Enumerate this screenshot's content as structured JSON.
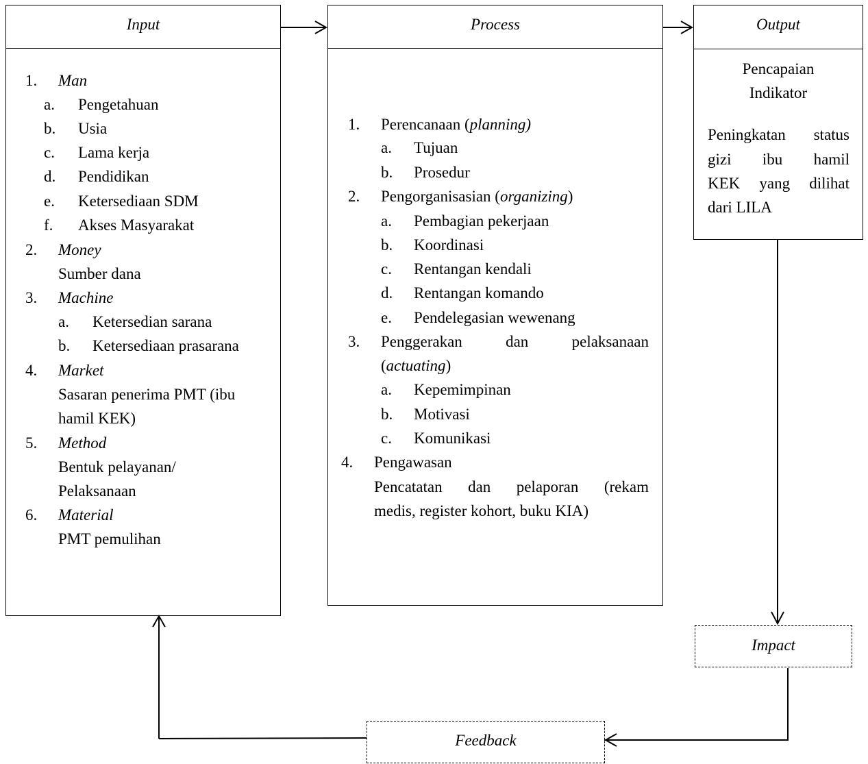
{
  "input": {
    "title": "Input",
    "items": [
      {
        "num": "1.",
        "label": "Man",
        "subs": [
          {
            "letter": "a.",
            "text": "Pengetahuan"
          },
          {
            "letter": "b.",
            "text": "Usia"
          },
          {
            "letter": "c.",
            "text": "Lama kerja"
          },
          {
            "letter": "d.",
            "text": "Pendidikan"
          },
          {
            "letter": "e.",
            "text": "Ketersediaan SDM"
          },
          {
            "letter": "f.",
            "text": "Akses Masyarakat"
          }
        ]
      },
      {
        "num": "2.",
        "label": "Money",
        "detail": [
          "Sumber dana"
        ]
      },
      {
        "num": "3.",
        "label": "Machine",
        "subs": [
          {
            "letter": "a.",
            "text": "Ketersedian sarana"
          },
          {
            "letter": "b.",
            "text": "Ketersediaan prasarana"
          }
        ]
      },
      {
        "num": "4.",
        "label": "Market",
        "detail": [
          "Sasaran penerima PMT (ibu",
          "hamil KEK)"
        ]
      },
      {
        "num": "5.",
        "label": "Method",
        "detail": [
          "Bentuk pelayanan/",
          "Pelaksanaan"
        ]
      },
      {
        "num": "6.",
        "label": "Material",
        "detail": [
          "PMT pemulihan"
        ]
      }
    ]
  },
  "process": {
    "title": "Process",
    "items": [
      {
        "num": "1.",
        "label": "Perencanaan (",
        "label_italic": "planning)",
        "label_after": "",
        "subs": [
          {
            "letter": "a.",
            "text": "Tujuan"
          },
          {
            "letter": "b.",
            "text": "Prosedur"
          }
        ]
      },
      {
        "num": "2.",
        "label": "Pengorganisasian (",
        "label_italic": "organizing",
        "label_after": ")",
        "subs": [
          {
            "letter": "a.",
            "text": "Pembagian pekerjaan"
          },
          {
            "letter": "b.",
            "text": "Koordinasi"
          },
          {
            "letter": "c.",
            "text": "Rentangan kendali"
          },
          {
            "letter": "d.",
            "text": "Rentangan komando"
          },
          {
            "letter": "e.",
            "text": "Pendelegasian wewenang"
          }
        ]
      },
      {
        "num": "3.",
        "label_words": [
          "Penggerakan",
          "dan",
          "pelaksanaan"
        ],
        "label2_before": "(",
        "label2_italic": "actuating",
        "label2_after": ")",
        "subs": [
          {
            "letter": "a.",
            "text": "Kepemimpinan"
          },
          {
            "letter": "b.",
            "text": "Motivasi"
          },
          {
            "letter": "c.",
            "text": "Komunikasi"
          }
        ]
      },
      {
        "num": "4.",
        "label": "Pengawasan",
        "detail_words": [
          "Pencatatan",
          "dan",
          "pelaporan",
          "(rekam"
        ],
        "detail2": "medis, register kohort, buku KIA)"
      }
    ]
  },
  "output": {
    "title": "Output",
    "indicator": [
      "Pencapaian",
      "Indikator"
    ],
    "desc_justified": [
      [
        "Peningkatan",
        "status"
      ],
      [
        "gizi",
        "ibu",
        "hamil"
      ],
      [
        "KEK",
        "yang",
        "dilihat"
      ]
    ],
    "desc_last": "dari LILA"
  },
  "impact": {
    "title": "Impact"
  },
  "feedback": {
    "title": "Feedback"
  }
}
